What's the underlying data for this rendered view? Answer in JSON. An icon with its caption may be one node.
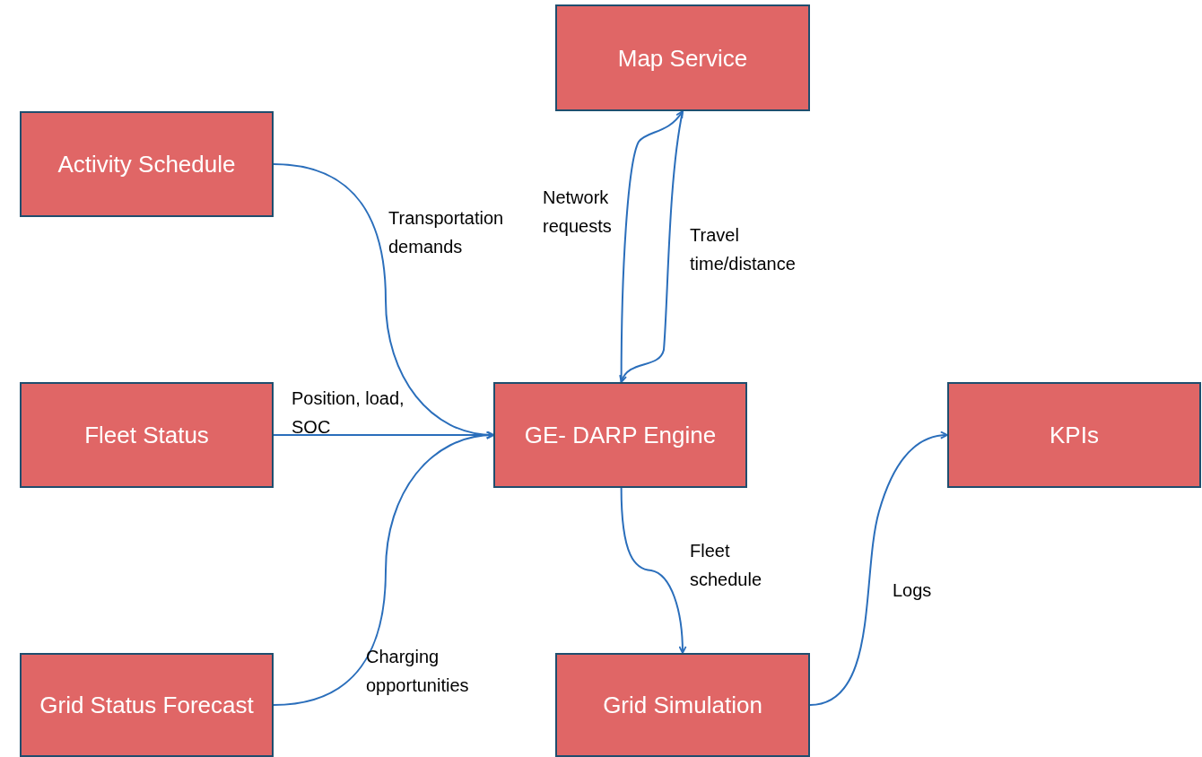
{
  "diagram": {
    "nodes": [
      {
        "text": [
          "Map Service"
        ]
      },
      {
        "text": [
          "Activity Schedule"
        ]
      },
      {
        "text": [
          "Fleet Status"
        ]
      },
      {
        "text": [
          "GE- DARP Engine"
        ]
      },
      {
        "text": [
          "KPIs"
        ]
      },
      {
        "text": [
          "Grid Status Forecast"
        ]
      },
      {
        "text": [
          "Grid Simulation"
        ]
      }
    ],
    "edges": [
      {
        "from": 1,
        "to": 3,
        "arrow": "to",
        "label": "Transportation demands"
      },
      {
        "from": 2,
        "to": 3,
        "arrow": "to",
        "label": "Position, load, SOC"
      },
      {
        "from": 5,
        "to": 3,
        "arrow": "to",
        "label": "Charging opportunities"
      },
      {
        "from": 3,
        "to": 0,
        "arrow": "to",
        "label": "Network requests"
      },
      {
        "from": 0,
        "to": 3,
        "arrow": "to",
        "label": "Travel time/distance"
      },
      {
        "from": 3,
        "to": 6,
        "arrow": "to",
        "label": "Fleet schedule"
      },
      {
        "from": 6,
        "to": 4,
        "arrow": "to",
        "label": "Logs"
      }
    ]
  }
}
